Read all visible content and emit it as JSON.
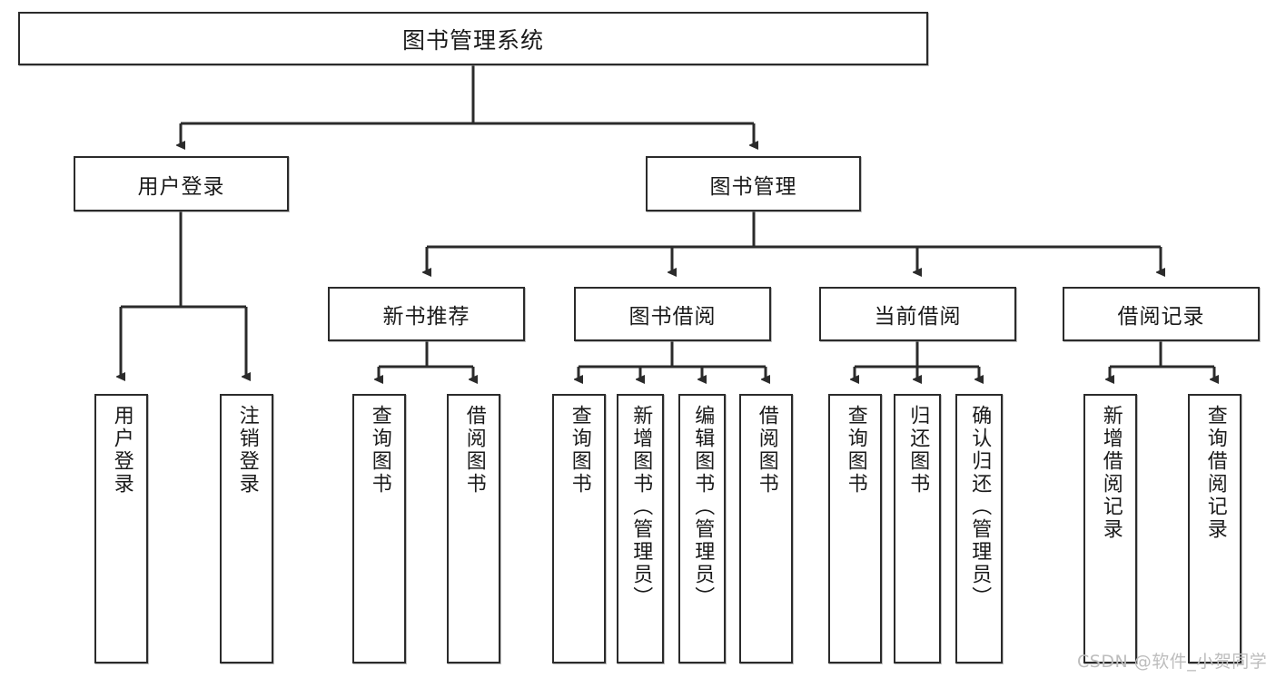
{
  "diagram": {
    "title": "图书管理系统",
    "type": "tree-hierarchy-diagram",
    "root": {
      "label": "图书管理系统"
    },
    "level2": [
      {
        "label": "用户登录"
      },
      {
        "label": "图书管理"
      }
    ],
    "level3": [
      {
        "label": "新书推荐"
      },
      {
        "label": "图书借阅"
      },
      {
        "label": "当前借阅"
      },
      {
        "label": "借阅记录"
      }
    ],
    "leaves": [
      {
        "label": "用户登录"
      },
      {
        "label": "注销登录"
      },
      {
        "label": "查询图书"
      },
      {
        "label": "借阅图书"
      },
      {
        "label": "查询图书"
      },
      {
        "label": "新增图书（管理员）"
      },
      {
        "label": "编辑图书（管理员）"
      },
      {
        "label": "借阅图书"
      },
      {
        "label": "查询图书"
      },
      {
        "label": "归还图书"
      },
      {
        "label": "确认归还（管理员）"
      },
      {
        "label": "新增借阅记录"
      },
      {
        "label": "查询借阅记录"
      }
    ]
  },
  "watermark": {
    "text": "CSDN @软件_小贺同学"
  },
  "colors": {
    "stroke": "#2b2b2b",
    "fill": "#ffffff",
    "text": "#1a1a1a",
    "watermark": "#bdbdbd"
  }
}
